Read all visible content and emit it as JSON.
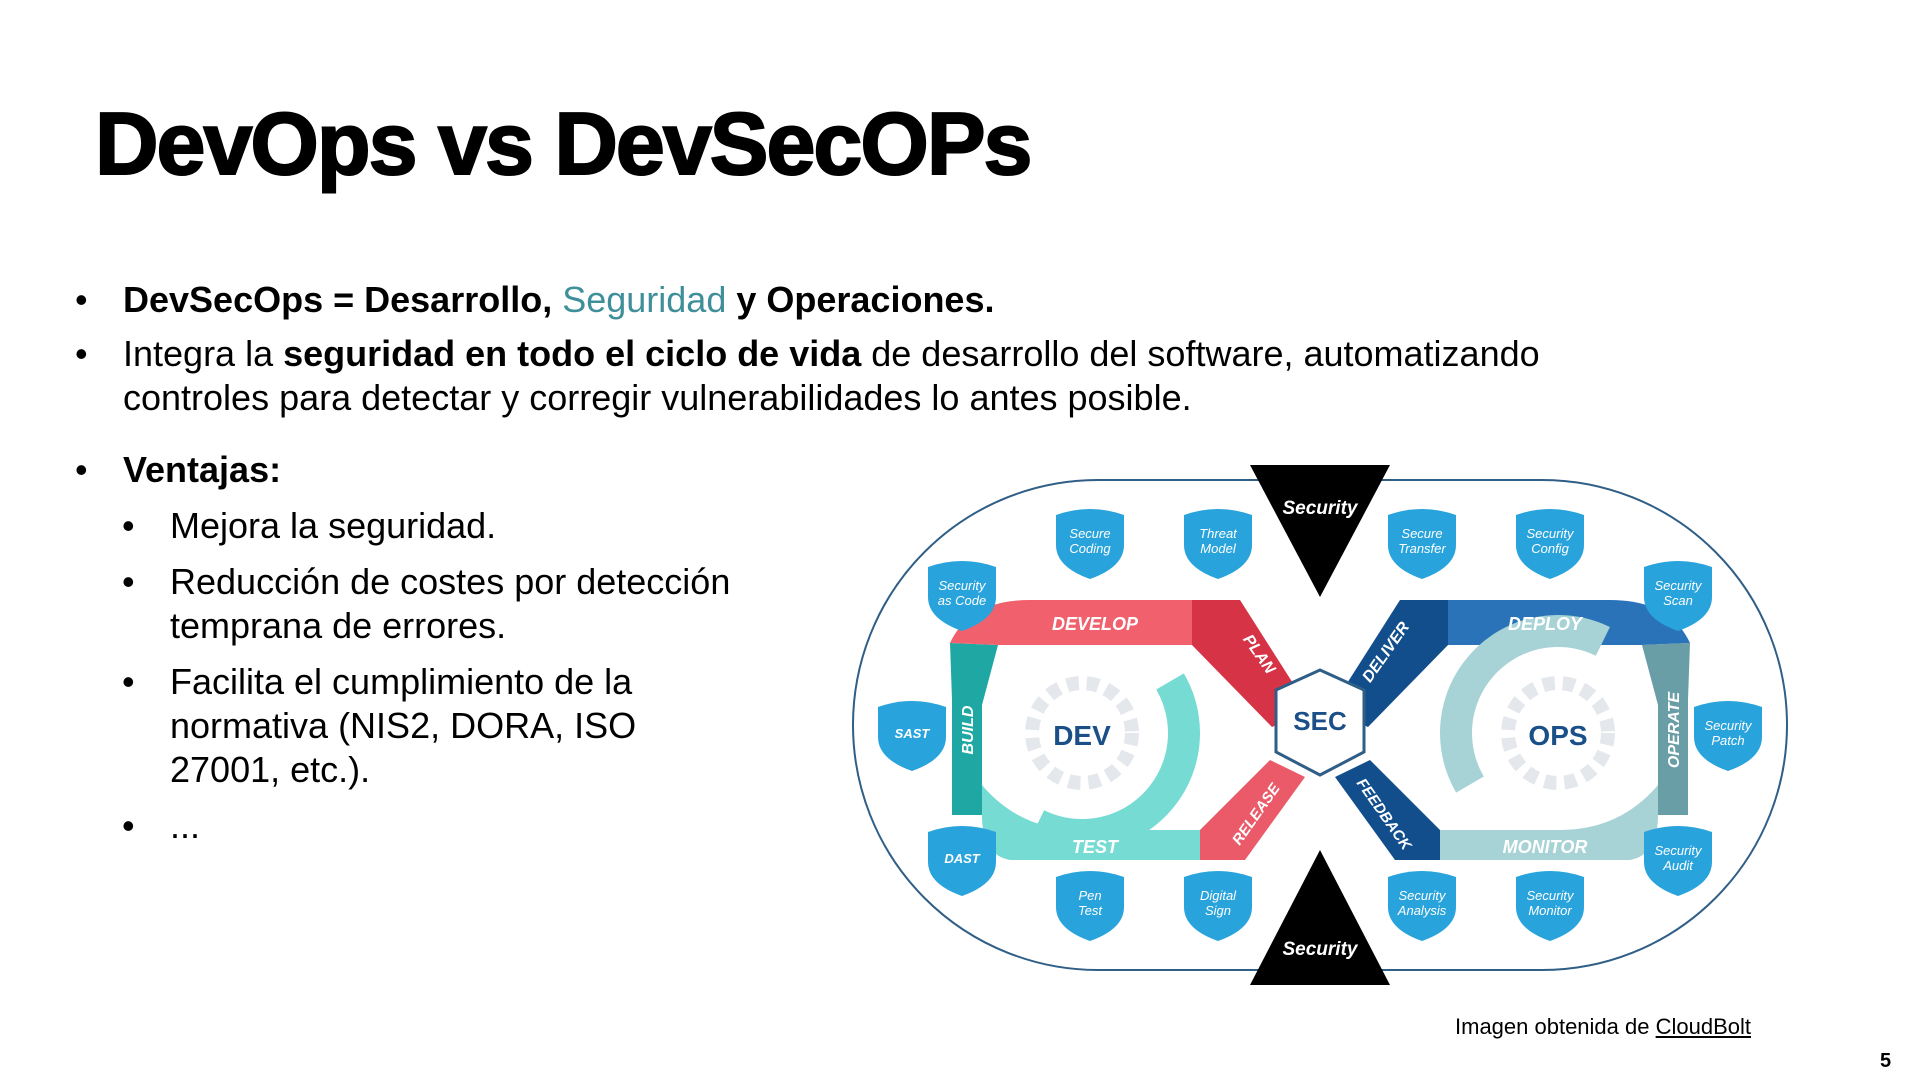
{
  "slide": {
    "title": "DevOps vs DevSecOPs",
    "page_number": "5"
  },
  "bullets": {
    "b1": {
      "part1": "DevSecOps = Desarrollo, ",
      "highlight": "Seguridad",
      "part2": " y Operaciones."
    },
    "b2": {
      "part1": "Integra la ",
      "bold": "seguridad en todo el ciclo de vida",
      "part2": " de desarrollo del software, automatizando controles para detectar y corregir vulnerabilidades lo antes posible."
    },
    "b3": {
      "label": "Ventajas:"
    },
    "sub": [
      "Mejora la seguridad.",
      "Reducción de costes por detección temprana de errores.",
      "Facilita el cumplimiento de la normativa (NIS2, DORA, ISO 27001, etc.).",
      "..."
    ]
  },
  "diagram": {
    "center": {
      "dev": "DEV",
      "sec": "SEC",
      "ops": "OPS"
    },
    "security_top": "Security",
    "security_bottom": "Security",
    "stages": {
      "develop": "DEVELOP",
      "plan": "PLAN",
      "build": "BUILD",
      "test": "TEST",
      "release": "RELEASE",
      "deliver": "DELIVER",
      "deploy": "DEPLOY",
      "operate": "OPERATE",
      "monitor": "MONITOR",
      "feedback": "FEEDBACK"
    },
    "shields": {
      "secure_coding": [
        "Secure",
        "Coding"
      ],
      "threat_model": [
        "Threat",
        "Model"
      ],
      "secure_transfer": [
        "Secure",
        "Transfer"
      ],
      "security_config": [
        "Security",
        "Config"
      ],
      "security_as_code": [
        "Security",
        "as Code"
      ],
      "security_scan": [
        "Security",
        "Scan"
      ],
      "sast": [
        "SAST"
      ],
      "security_patch": [
        "Security",
        "Patch"
      ],
      "dast": [
        "DAST"
      ],
      "security_audit": [
        "Security",
        "Audit"
      ],
      "pen_test": [
        "Pen",
        "Test"
      ],
      "digital_sign": [
        "Digital",
        "Sign"
      ],
      "security_analysis": [
        "Security",
        "Analysis"
      ],
      "security_monitor": [
        "Security",
        "Monitor"
      ]
    },
    "colors": {
      "shield": "#29a3dc",
      "develop": "#f0616d",
      "plan": "#d63347",
      "release": "#ea5a69",
      "build": "#1fa8a3",
      "test": "#76dbd3",
      "deliver": "#124e8c",
      "deploy": "#2a73b8",
      "operate": "#6a9ea6",
      "monitor": "#a7d3d6",
      "feedback": "#124e8c",
      "outline": "#2f5e86"
    }
  },
  "caption": {
    "text": "Imagen obtenida de ",
    "link": "CloudBolt"
  }
}
